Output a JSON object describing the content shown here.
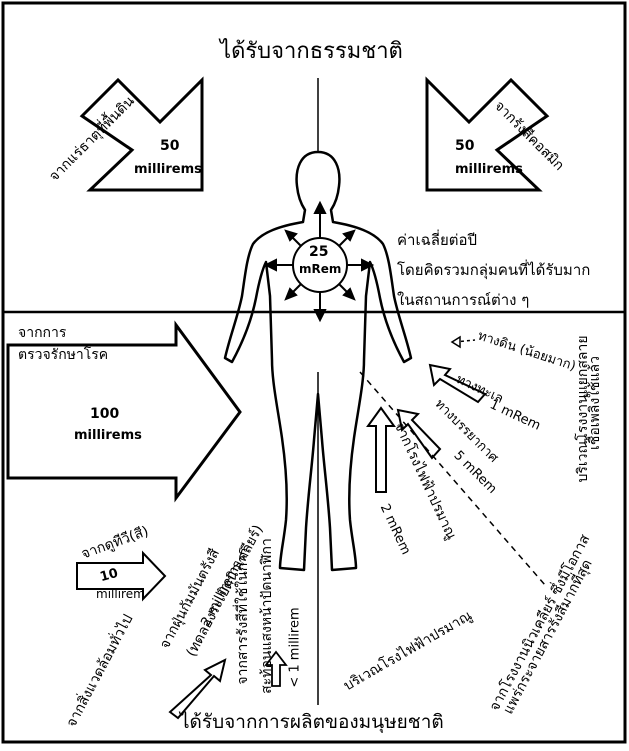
{
  "top_title": "ได้รับจากธรรมชาติ",
  "bottom_title": "ได้รับจากการผลิตของมนุษยชาติ",
  "center_dose": {
    "value": "25",
    "unit": "mRem"
  },
  "avg_note": [
    "ค่าเฉลี่ยต่อปี",
    "โดยคิดรวมกลุ่มคนที่ได้รับมาก",
    "ในสถานการณ์ต่าง ๆ"
  ],
  "soil": {
    "label": "จากแร่ธาตุที่พื้นดิน",
    "value": "50",
    "unit": "millirems"
  },
  "space": {
    "label": "จากรังสีคอสมิก",
    "value": "50",
    "unit": "millirems"
  },
  "medical": {
    "label1": "จากการ",
    "label2": "ตรวจรักษาโรค",
    "value": "100",
    "unit": "millirems"
  },
  "tv": {
    "label": "จากดูทีวี(สี)",
    "value": "10",
    "unit": "millirem"
  },
  "fallout": {
    "line1": "จากฝุ่นกัมมันตรังสี",
    "line2": "(ทดลองระเบิดนิวเคลียร์)",
    "line3": "2 millirems"
  },
  "radium": {
    "line1": "จากสารรังสีที่ใช้ในการ",
    "line2": "สะท้อนแสงหน้าปัดนาฬิกา"
  },
  "radium_dose": "< 1 millirem",
  "environment": "จากสิ่งแวดล้อมทั่วไป",
  "plant_area": "บริเวณโรงไฟฟ้าปรมาณู",
  "plant_mid": {
    "line1": "จากโรงไฟฟ้าปรมาณู",
    "line2": "2 mRem"
  },
  "nuclear_risk": {
    "line1": "จากโรงงานนิวเคลียร์ ซึ่งมีโอกาส",
    "line2": "แพร่กระจายสารรังสีมากที่สุด"
  },
  "pathways": {
    "ground": "ทางดิน (น้อยมาก)",
    "sea": "ทางทะเล",
    "sea_dose": "1 mRem",
    "air": "ทางบรรยากาศ",
    "air_dose": "5 mRem"
  },
  "waste_area": {
    "line1": "บริเวณโรงงานแยกสลาย",
    "line2": "เชื้อเพลิงใช้แล้ว"
  }
}
